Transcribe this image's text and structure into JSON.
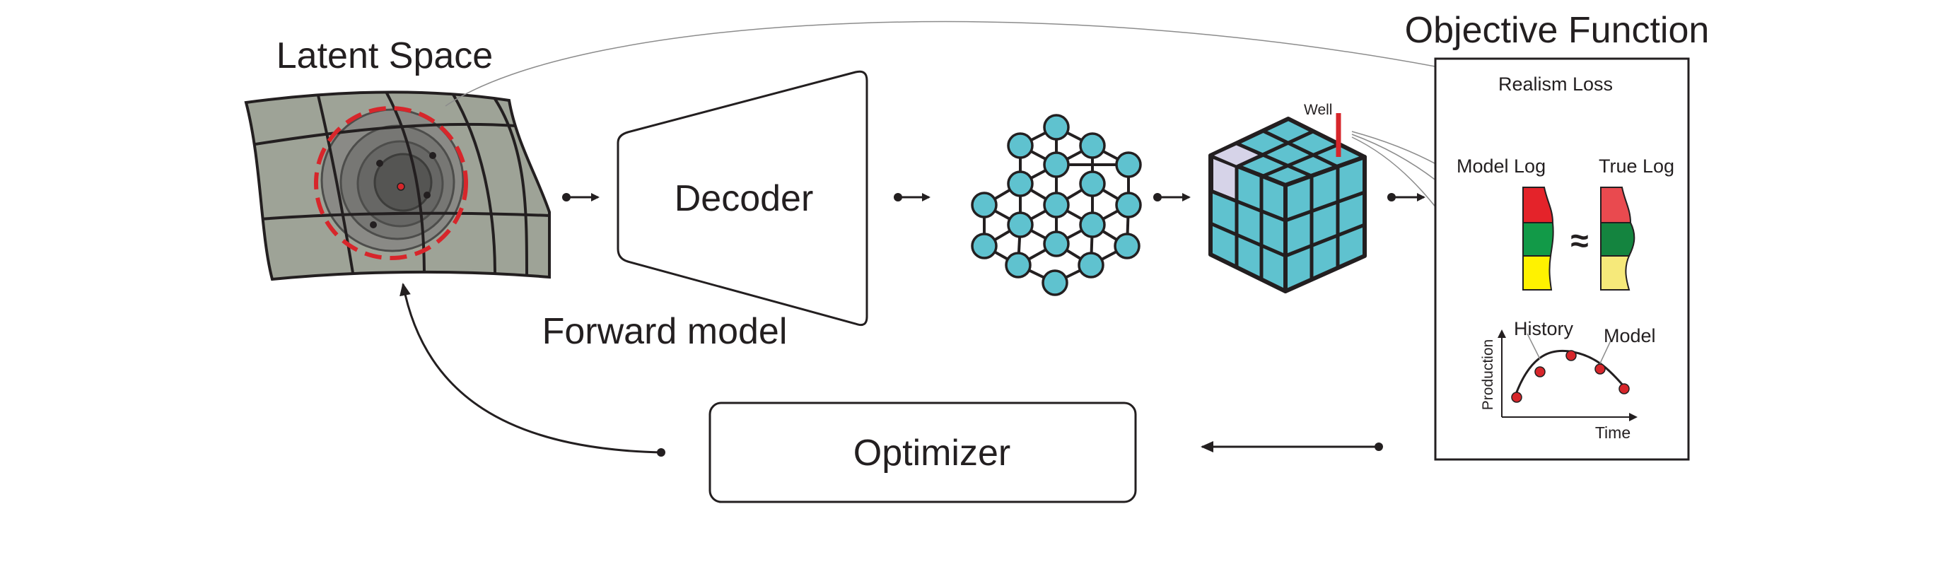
{
  "labels": {
    "latent_space": "Latent Space",
    "decoder": "Decoder",
    "forward_model": "Forward model",
    "objective_function": "Objective Function",
    "optimizer": "Optimizer",
    "realism_loss": "Realism Loss",
    "well": "Well",
    "model_log": "Model Log",
    "true_log": "True Log",
    "approx": "≈",
    "history": "History",
    "model": "Model",
    "production": "Production",
    "time": "Time"
  },
  "colors": {
    "latent_fill": "#9ea397",
    "ring_dark": "#5c5c5c",
    "dashed_ring": "#d7262b",
    "node_fill": "#5fc2cf",
    "cube_cell": "#5fc2cf",
    "cube_highlight": "#d6d3e8",
    "well_red": "#d7262b",
    "log_red": "#e4232a",
    "log_green": "#129a48",
    "log_yellow": "#fff200",
    "true_red": "#e94a4f",
    "true_green": "#14843f",
    "true_yellow": "#f6e97a",
    "data_point": "#d7262b",
    "stroke": "#231f20"
  },
  "icons": [
    "latent-space-grid",
    "decoder-trapezoid",
    "graph-network",
    "reservoir-cube",
    "well-log",
    "production-chart"
  ]
}
